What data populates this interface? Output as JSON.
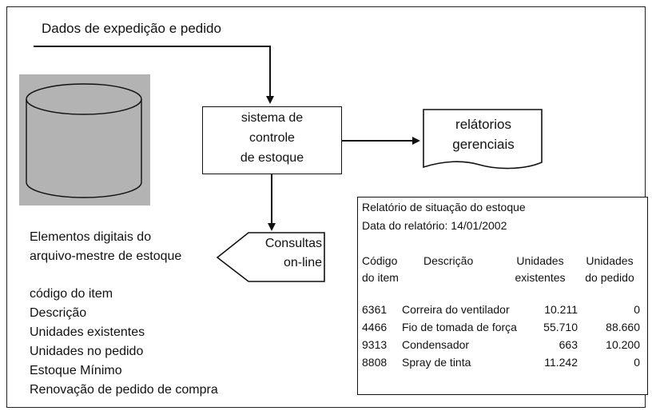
{
  "source_label": "Dados de expedição e pedido",
  "system_box": {
    "line1": "sistema de",
    "line2": "controle",
    "line3": "de estoque"
  },
  "reports_doc": {
    "line1": "relátorios",
    "line2": "gerenciais"
  },
  "queries": {
    "line1": "Consultas",
    "line2": "on-line"
  },
  "elements_title": {
    "line1": "Elementos digitais do",
    "line2": "arquivo-mestre de estoque"
  },
  "element_fields": [
    "código do item",
    "Descrição",
    "Unidades existentes",
    "Unidades no pedido",
    "Estoque Mínimo",
    "Renovação de pedido de compra"
  ],
  "report": {
    "title": "Relatório de situação do estoque",
    "date_line": "Data do relatório: 14/01/2002",
    "headers": {
      "code": {
        "line1": "Código",
        "line2": "do item"
      },
      "description": "Descrição",
      "existing": {
        "line1": "Unidades",
        "line2": "existentes"
      },
      "ordered": {
        "line1": "Unidades",
        "line2": "do pedido"
      }
    },
    "rows": [
      {
        "code": "6361",
        "description": "Correira do ventilador",
        "existing": "10.211",
        "ordered": "0"
      },
      {
        "code": "4466",
        "description": "Fio de tomada de força",
        "existing": "55.710",
        "ordered": "88.660"
      },
      {
        "code": "9313",
        "description": "Condensador",
        "existing": "663",
        "ordered": "10.200"
      },
      {
        "code": "8808",
        "description": "Spray de tinta",
        "existing": "11.242",
        "ordered": "0"
      }
    ]
  },
  "colors": {
    "database_fill": "#b3b3b3",
    "stroke": "#111111"
  }
}
